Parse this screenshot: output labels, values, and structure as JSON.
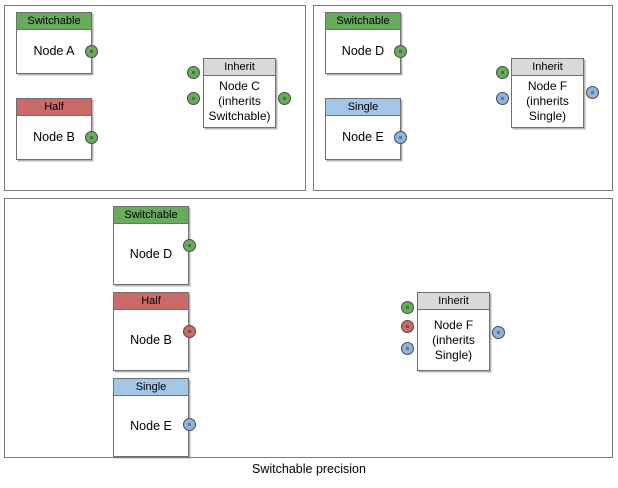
{
  "caption": "Switchable precision",
  "colors": {
    "switchable_green": "#67ab5b",
    "half_red": "#cb6a68",
    "single_blue": "#a3c5e8",
    "inherit_grey": "#d9d9d9",
    "port_green": "#67ab5b",
    "port_red": "#cb6a68",
    "port_blue": "#8fb4dd",
    "panel_border": "#7a7a7a",
    "edge_stroke": "#555555"
  },
  "panels": [
    {
      "id": "panel-top-left",
      "name": "top-left-example",
      "nodes": [
        {
          "id": "node-a",
          "header": "Switchable",
          "header_style": "green",
          "label": "Node A"
        },
        {
          "id": "node-b",
          "header": "Half",
          "header_style": "red",
          "label": "Node B"
        },
        {
          "id": "node-c",
          "header": "Inherit",
          "header_style": "grey",
          "label": "Node C\n(inherits\nSwitchable)"
        }
      ],
      "ports": [
        {
          "id": "a-out",
          "node": "node-a",
          "kind": "output",
          "color": "green"
        },
        {
          "id": "b-out",
          "node": "node-b",
          "kind": "output",
          "color": "green"
        },
        {
          "id": "c-in-1",
          "node": "node-c",
          "kind": "input",
          "color": "green"
        },
        {
          "id": "c-in-2",
          "node": "node-c",
          "kind": "input",
          "color": "green"
        },
        {
          "id": "c-out",
          "node": "node-c",
          "kind": "output",
          "color": "green"
        }
      ],
      "edges": [
        {
          "from": "a-out",
          "to": "c-in-1"
        },
        {
          "from": "b-out",
          "to": "c-in-2"
        },
        {
          "from": "c-out",
          "to": "free"
        }
      ]
    },
    {
      "id": "panel-top-right",
      "name": "top-right-example",
      "nodes": [
        {
          "id": "node-d",
          "header": "Switchable",
          "header_style": "green",
          "label": "Node D"
        },
        {
          "id": "node-e",
          "header": "Single",
          "header_style": "blue",
          "label": "Node E"
        },
        {
          "id": "node-f",
          "header": "Inherit",
          "header_style": "grey",
          "label": "Node F\n(inherits\nSingle)"
        }
      ],
      "ports": [
        {
          "id": "d-out",
          "node": "node-d",
          "kind": "output",
          "color": "green"
        },
        {
          "id": "e-out",
          "node": "node-e",
          "kind": "output",
          "color": "blue"
        },
        {
          "id": "f-in-1",
          "node": "node-f",
          "kind": "input",
          "color": "green"
        },
        {
          "id": "f-in-2",
          "node": "node-f",
          "kind": "input",
          "color": "blue"
        },
        {
          "id": "f-out",
          "node": "node-f",
          "kind": "output",
          "color": "blue"
        }
      ],
      "edges": [
        {
          "from": "d-out",
          "to": "f-in-1"
        },
        {
          "from": "e-out",
          "to": "f-in-2"
        },
        {
          "from": "f-out",
          "to": "free"
        }
      ]
    },
    {
      "id": "panel-bottom",
      "name": "bottom-example",
      "nodes": [
        {
          "id": "node-d2",
          "header": "Switchable",
          "header_style": "green",
          "label": "Node D"
        },
        {
          "id": "node-b2",
          "header": "Half",
          "header_style": "red",
          "label": "Node B"
        },
        {
          "id": "node-e2",
          "header": "Single",
          "header_style": "blue",
          "label": "Node E"
        },
        {
          "id": "node-f2",
          "header": "Inherit",
          "header_style": "grey",
          "label": "Node F\n(inherits\nSingle)"
        }
      ],
      "ports": [
        {
          "id": "d2-out",
          "node": "node-d2",
          "kind": "output",
          "color": "green"
        },
        {
          "id": "b2-out",
          "node": "node-b2",
          "kind": "output",
          "color": "red"
        },
        {
          "id": "e2-out",
          "node": "node-e2",
          "kind": "output",
          "color": "blue"
        },
        {
          "id": "f2-in-1",
          "node": "node-f2",
          "kind": "input",
          "color": "green"
        },
        {
          "id": "f2-in-2",
          "node": "node-f2",
          "kind": "input",
          "color": "red"
        },
        {
          "id": "f2-in-3",
          "node": "node-f2",
          "kind": "input",
          "color": "blue"
        },
        {
          "id": "f2-out",
          "node": "node-f2",
          "kind": "output",
          "color": "blue"
        }
      ],
      "edges": [
        {
          "from": "d2-out",
          "to": "f2-in-1"
        },
        {
          "from": "b2-out",
          "to": "f2-in-2"
        },
        {
          "from": "e2-out",
          "to": "f2-in-3"
        }
      ]
    }
  ]
}
